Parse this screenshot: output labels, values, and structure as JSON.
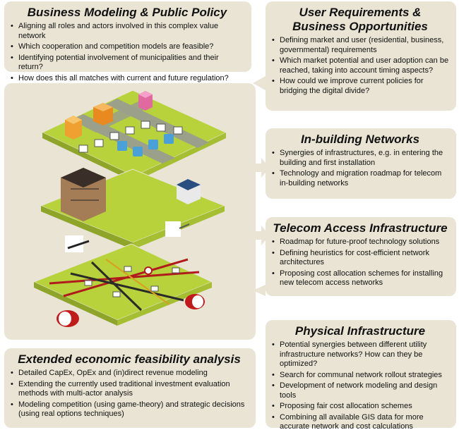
{
  "boxes": {
    "business": {
      "title": "Business Modeling & Public Policy",
      "items": [
        "Aligning all roles and actors involved in this complex value network",
        "Which cooperation and competition models are feasible?",
        "Identifying potential involvement of municipalities and their return?",
        "How does this all matches with current and future regulation?"
      ]
    },
    "user_req": {
      "title_line1": "User Requirements &",
      "title_line2": "Business Opportunities",
      "items": [
        "Defining market and user (residential, business, governmental) requirements",
        "Which market potential and user adoption can be reached, taking into account timing aspects?",
        "How could we improve current policies for bridging the digital divide?"
      ]
    },
    "inbuilding": {
      "title": "In-building Networks",
      "items": [
        "Synergies of infrastructures, e.g. in entering the building and first installation",
        "Technology and migration roadmap for telecom in-building networks"
      ]
    },
    "telecom": {
      "title": "Telecom Access Infrastructure",
      "items": [
        "Roadmap for future-proof technology solutions",
        "Defining heuristics for cost-efficient network architectures",
        "Proposing cost allocation schemes for installing new telecom access networks"
      ]
    },
    "physical": {
      "title": "Physical Infrastructure",
      "items": [
        "Potential synergies between different utility infrastructure networks? How can they be optimized?",
        "Search for communal network rollout strategies",
        "Development of network modeling and design tools",
        "Proposing fair cost allocation schemes",
        "Combining all available GIS data for more accurate network and cost calculations"
      ]
    },
    "economic": {
      "title": "Extended economic feasibility analysis",
      "items": [
        "Detailed CapEx, OpEx and (in)direct revenue modeling",
        "Extending the currently used traditional investment evaluation methods with multi-actor analysis",
        "Modeling competition (using game-theory) and strategic decisions (using real options techniques)"
      ]
    }
  },
  "colors": {
    "box_bg": "#e9e4d4",
    "layer_green": "#b7d23b",
    "road": "#9aa08a",
    "cable_red": "#b01c1c"
  }
}
